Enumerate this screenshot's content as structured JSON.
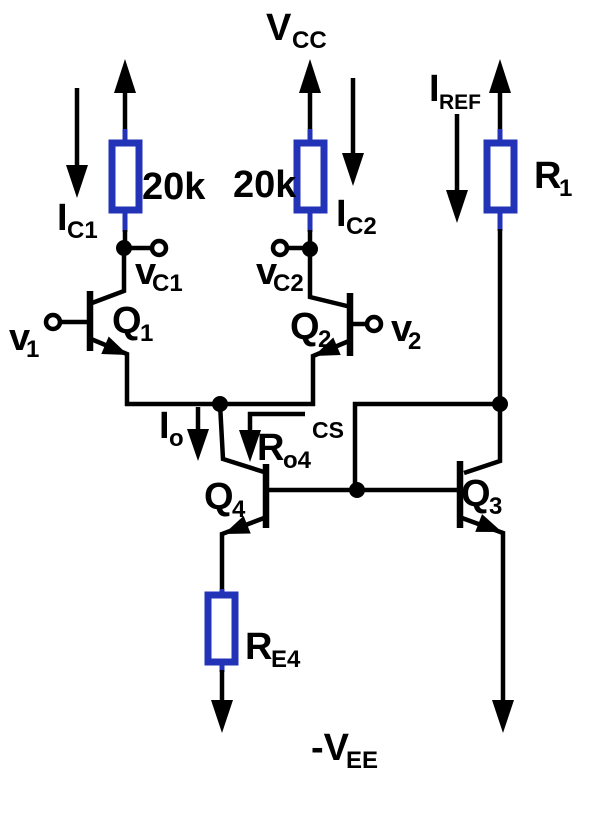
{
  "diagram": {
    "kind": "circuit-schematic",
    "colors": {
      "wire": "#000000",
      "resistor": "#2333b8",
      "background": "#ffffff"
    },
    "labels": {
      "vcc": {
        "main": "V",
        "sub": "CC"
      },
      "vee": {
        "main": "-V",
        "sub": "EE"
      },
      "ic1": {
        "main": "I",
        "sub": "C1"
      },
      "ic2": {
        "main": "I",
        "sub": "C2"
      },
      "iref": {
        "main": "I",
        "sub": "REF"
      },
      "io": {
        "main": "I",
        "sub": "o"
      },
      "rc1_value": "20k",
      "rc2_value": "20k",
      "r1": {
        "main": "R",
        "sub": "1"
      },
      "re4": {
        "main": "R",
        "sub": "E4"
      },
      "ro4": {
        "main": "R",
        "sub": "o4"
      },
      "cs": "CS",
      "vc1": {
        "main": "v",
        "sub": "C1"
      },
      "vc2": {
        "main": "v",
        "sub": "C2"
      },
      "v1": {
        "main": "v",
        "sub": "1"
      },
      "v2": {
        "main": "v",
        "sub": "2"
      },
      "q1": {
        "main": "Q",
        "sub": "1"
      },
      "q2": {
        "main": "Q",
        "sub": "2"
      },
      "q3": {
        "main": "Q",
        "sub": "3"
      },
      "q4": {
        "main": "Q",
        "sub": "4"
      }
    },
    "components": {
      "rc1": {
        "type": "resistor",
        "value": "20k"
      },
      "rc2": {
        "type": "resistor",
        "value": "20k"
      },
      "r1": {
        "type": "resistor",
        "name": "R1"
      },
      "re4": {
        "type": "resistor",
        "name": "RE4"
      },
      "q1": {
        "type": "npn-bjt",
        "name": "Q1"
      },
      "q2": {
        "type": "npn-bjt",
        "name": "Q2"
      },
      "q3": {
        "type": "npn-bjt",
        "name": "Q3"
      },
      "q4": {
        "type": "npn-bjt",
        "name": "Q4"
      }
    }
  }
}
